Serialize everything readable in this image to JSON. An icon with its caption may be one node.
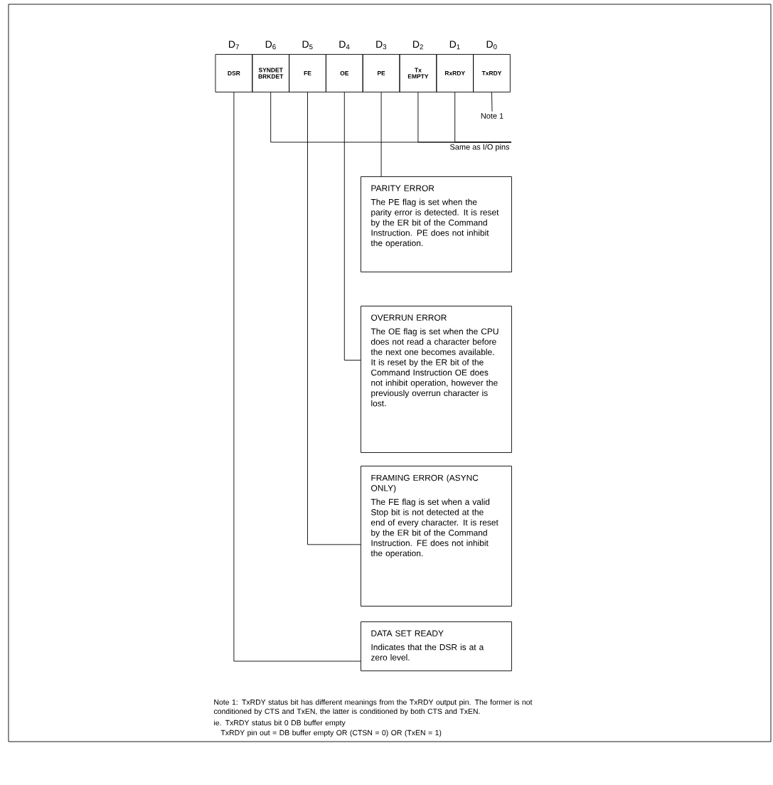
{
  "diagram": {
    "nodes": [
      {
        "text": [
          "DSR"
        ],
        "beside": [
          "D$_{7}$"
        ]
      },
      {
        "text": [
          "SYNDET BRKDET"
        ],
        "beside": [
          "D$_{6}$"
        ]
      },
      {
        "text": [
          "FE"
        ],
        "beside": [
          "D$_{5}$"
        ]
      },
      {
        "text": [
          "OE"
        ],
        "beside": [
          "D$_{4}$"
        ]
      },
      {
        "text": [
          "PE"
        ],
        "beside": [
          "D$_{3}$"
        ]
      },
      {
        "text": [
          "Tx EMPTY"
        ],
        "beside": [
          "D$_{2}$"
        ]
      },
      {
        "text": [
          "RxRDY"
        ],
        "beside": [
          "D$_{1}$"
        ]
      },
      {
        "text": [
          "TxRDY"
        ],
        "beside": [
          "D$_{0}$"
        ]
      },
      {
        "text": [
          "Note 1"
        ]
      },
      {
        "text": [
          "PARITY ERROR",
          "The PE flag is set when the parity error is detected. It is reset by the ER bit of the Command Instruction. PE does not inhibit the operation."
        ]
      },
      {
        "text": [
          "OVERRUN ERROR",
          "The OE flag is set when the CPU does not read a character before the next one becomes available. It is reset by the ER bit of the Command Instruction OE does not inhibit operation, however the previously overrun character is lost."
        ]
      },
      {
        "text": [
          "FRAMING ERROR (ASYNC ONLY)",
          "The FE flag is set when a valid Stop bit is not detected at the end of every character. It is reset by the ER bit of the Command Instruction. FE does not inhibit the operation."
        ]
      },
      {
        "text": [
          "DATA SET READY",
          "Indicates that the DSR is at a zero level."
        ]
      },
      {
        "text": [
          "Same as I/O pins"
        ]
      }
    ],
    "edges": [
      {
        "from": 7,
        "to": 8,
        "arrow": "none"
      },
      {
        "from": 1,
        "to": 13,
        "arrow": "none"
      },
      {
        "from": 5,
        "to": 13,
        "arrow": "none"
      },
      {
        "from": 6,
        "to": 13,
        "arrow": "none"
      },
      {
        "from": 4,
        "to": 9,
        "arrow": "none"
      },
      {
        "from": 3,
        "to": 10,
        "arrow": "none"
      },
      {
        "from": 2,
        "to": 11,
        "arrow": "none"
      },
      {
        "from": 0,
        "to": 12,
        "arrow": "none"
      }
    ],
    "labels": [
      "Note 1: TxRDY status bit has different meanings from the TxRDY output pin. The former is not conditioned by CTS and TxEN, the latter is conditioned by both CTS and TxEN.",
      "ie. TxRDY status bit 0 DB buffer empty",
      "TxRDY pin out = DB buffer empty OR (CTSN = 0) OR (TxEN = 1)"
    ]
  }
}
